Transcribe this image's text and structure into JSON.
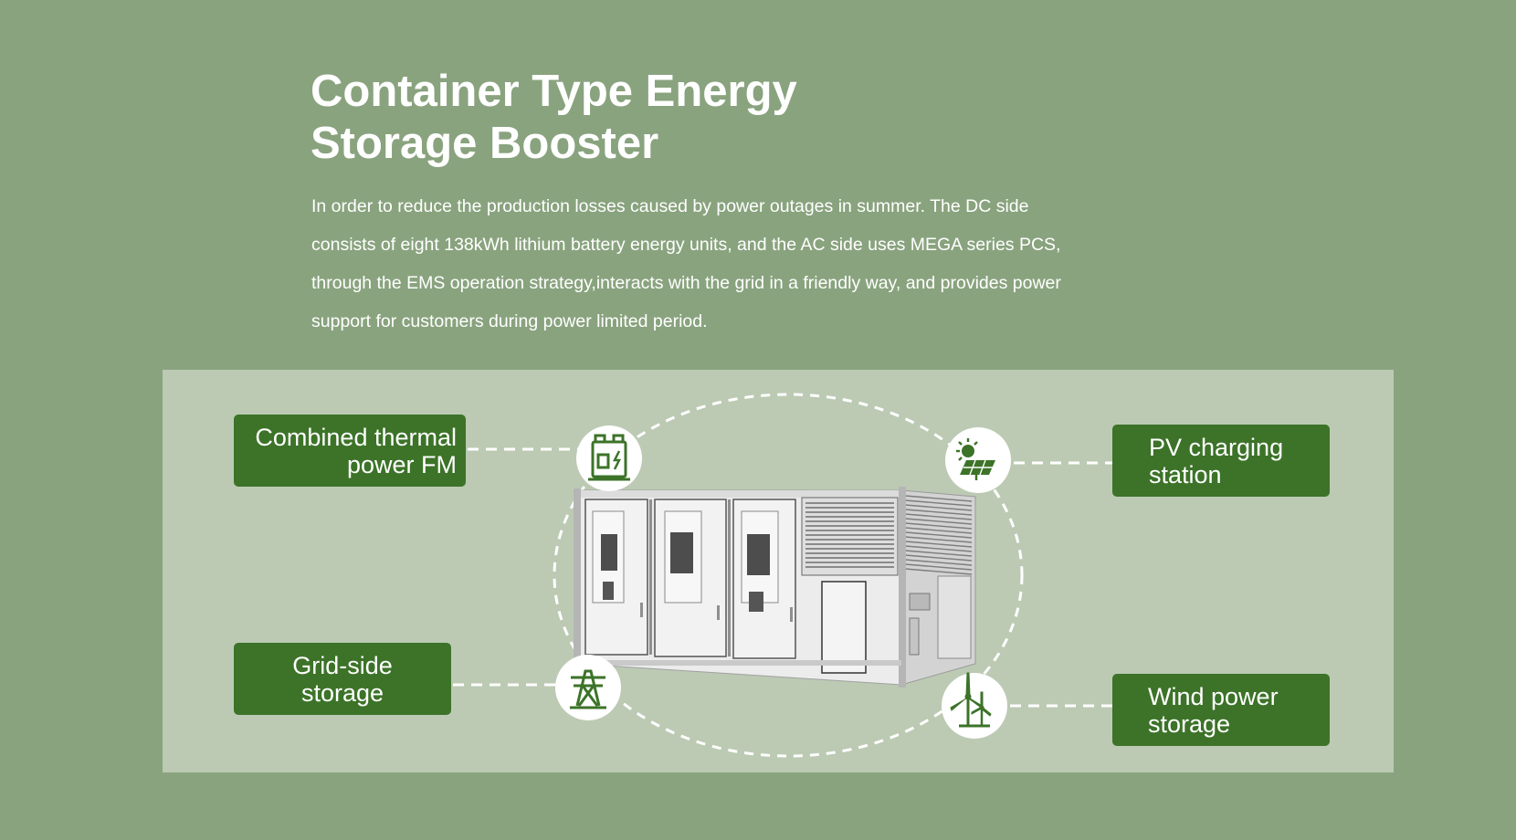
{
  "header": {
    "title_line1": "Container Type Energy",
    "title_line2": "Storage Booster"
  },
  "description": {
    "line1": "In order to reduce the production losses caused by power outages in summer. The DC side",
    "line2": "consists of eight 138kWh lithium battery energy units, and the AC side uses MEGA series PCS,",
    "line3": "through the EMS operation strategy,interacts with the grid in a friendly way, and provides power",
    "line4": "support for customers during power limited period."
  },
  "scenarios": {
    "thermal": {
      "line1": "Combined thermal",
      "line2": "power FM",
      "icon": "thermal-power-plant-icon"
    },
    "pv": {
      "line1": "PV charging",
      "line2": "station",
      "icon": "solar-panel-icon"
    },
    "grid": {
      "line1": "Grid-side",
      "line2": "storage",
      "icon": "transmission-tower-icon"
    },
    "wind": {
      "line1": "Wind power",
      "line2": "storage",
      "icon": "wind-turbine-icon"
    }
  },
  "colors": {
    "page_background": "#89a37e",
    "panel_background": "#bccab4",
    "label_green": "#3c7328",
    "text_white": "#ffffff"
  }
}
